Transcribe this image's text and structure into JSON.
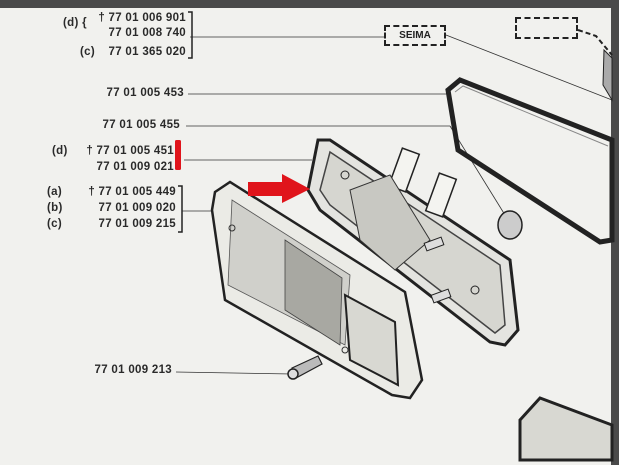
{
  "callouts": [
    {
      "lines": [
        {
          "prefix": "(d) {",
          "dagger": "†",
          "number": "77 01 006 901"
        },
        {
          "prefix": "",
          "dagger": "",
          "number": "77 01 008 740"
        },
        {
          "prefix": "(c)",
          "dagger": "",
          "number": "77 01 365 020"
        }
      ]
    },
    {
      "lines": [
        {
          "number": "77 01 005 453"
        }
      ]
    },
    {
      "lines": [
        {
          "number": "77 01 005 455"
        }
      ]
    },
    {
      "lines": [
        {
          "prefix": "(d)",
          "dagger": "†",
          "number": "77 01 005 451"
        },
        {
          "number": "77 01 009 021"
        }
      ]
    },
    {
      "lines": [
        {
          "prefix": "(a)",
          "dagger": "†",
          "number": "77 01 005 449"
        },
        {
          "prefix": "(b)",
          "number": "77 01 009 020"
        },
        {
          "prefix": "(c)",
          "number": "77 01 009 215"
        }
      ]
    },
    {
      "lines": [
        {
          "number": "77 01 009 213"
        }
      ]
    }
  ],
  "seima_label": "SEIMA",
  "colors": {
    "highlight": "#e0141b",
    "ink": "#2a2a2a",
    "paper": "#f1f1ee"
  }
}
